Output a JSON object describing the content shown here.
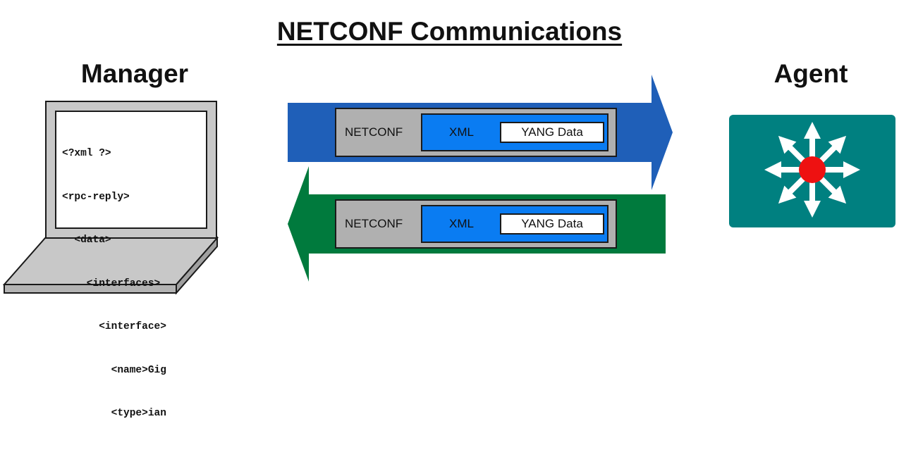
{
  "title": "NETCONF Communications",
  "manager": {
    "label": "Manager",
    "code_lines": [
      "<?xml ?>",
      "<rpc-reply>",
      "  <data>",
      "    <interfaces>",
      "      <interface>",
      "        <name>Gig",
      "        <type>ian"
    ]
  },
  "agent": {
    "label": "Agent",
    "icon": "multilayer-switch-icon",
    "color": "#008080",
    "center_color": "#ee1111"
  },
  "messages": [
    {
      "direction": "manager-to-agent",
      "arrow_color": "#1f5fb8",
      "outer_label": "NETCONF",
      "middle_label": "XML",
      "inner_label": "YANG Data"
    },
    {
      "direction": "agent-to-manager",
      "arrow_color": "#007a3d",
      "outer_label": "NETCONF",
      "middle_label": "XML",
      "inner_label": "YANG Data"
    }
  ],
  "colors": {
    "packet_gray": "#b0b0b0",
    "xml_blue": "#0a7cf2"
  }
}
